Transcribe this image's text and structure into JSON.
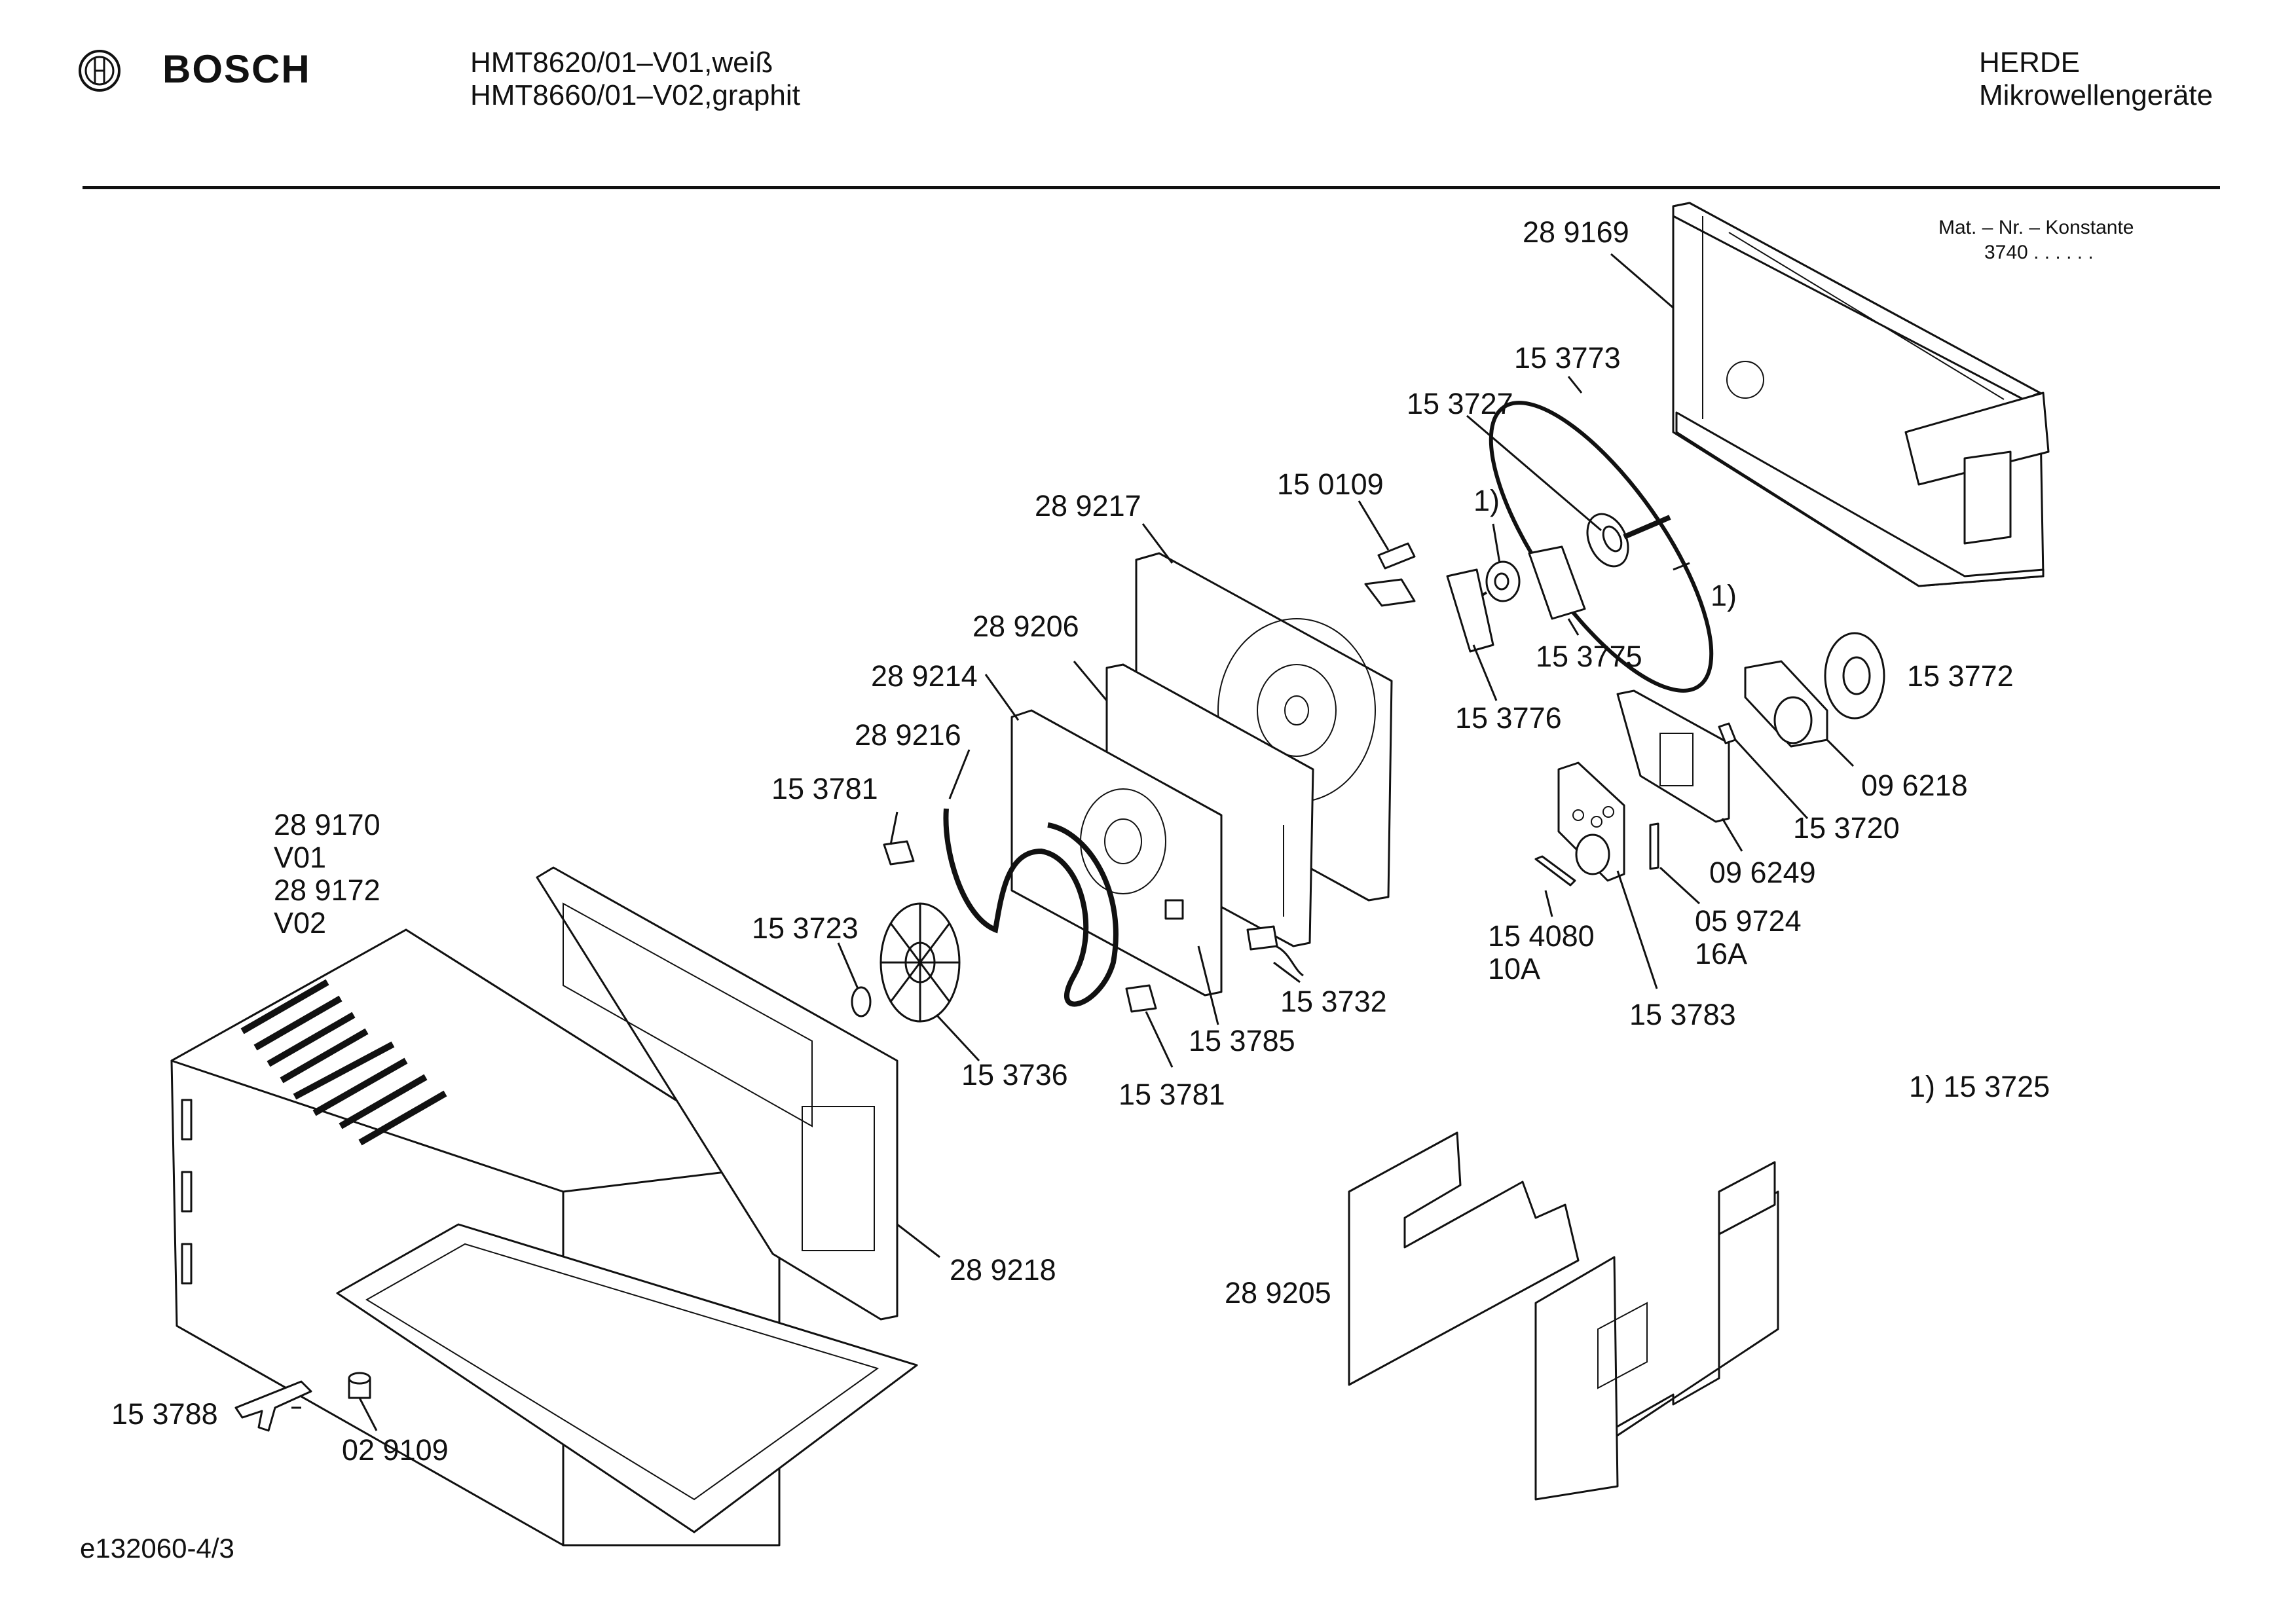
{
  "brand": {
    "name": "BOSCH"
  },
  "header": {
    "models": [
      "HMT8620/01–V01,weiß",
      "HMT8660/01–V02,graphit"
    ],
    "manufacturer": "HERDE",
    "category": "Mikrowellengeräte"
  },
  "mat_nr": {
    "title": "Mat. – Nr. – Konstante",
    "value": "3740  .  .    .  .  .  ."
  },
  "labels": {
    "p289169": "28 9169",
    "p153773": "15 3773",
    "p153727": "15 3727",
    "p289217": "28 9217",
    "p150109": "15 0109",
    "fn1a": "1)",
    "fn1b": "1)",
    "p153775": "15 3775",
    "p289206": "28 9206",
    "p153776": "15 3776",
    "p153772": "15 3772",
    "p289214": "28 9214",
    "p289216": "28 9216",
    "p096218": "09 6218",
    "p153781a": "15 3781",
    "p153720": "15 3720",
    "p289170": "28 9170",
    "v01": "V01",
    "p289172": "28 9172",
    "v02": "V02",
    "p096249": "09 6249",
    "p154080": "15 4080",
    "a10": "10A",
    "p059724": "05 9724",
    "a16": "16A",
    "p153723": "15 3723",
    "p153732": "15 3732",
    "p153785": "15 3785",
    "p153783": "15 3783",
    "p153736": "15 3736",
    "p153781b": "15 3781",
    "footnote": "1) 15 3725",
    "p289218": "28 9218",
    "p289205": "28 9205",
    "p153788": "15 3788",
    "p029109": "02 9109"
  },
  "footer": {
    "drawing_id": "e132060-4/3"
  }
}
